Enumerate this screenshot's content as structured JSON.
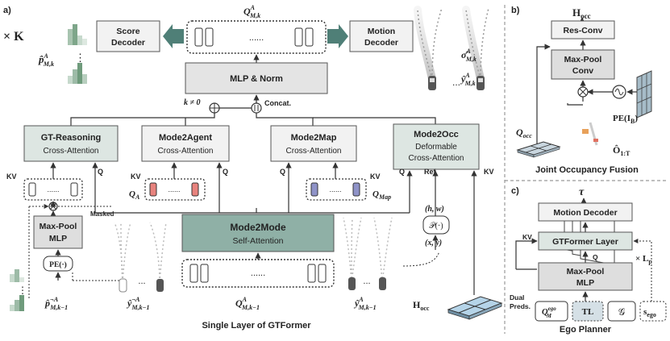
{
  "panel_a": {
    "label": "a)",
    "repeat": "× K",
    "query_top": "Q",
    "query_top_sup": "A",
    "query_top_sub": "M,k",
    "dots": "......",
    "score_decoder": [
      "Score",
      "Decoder"
    ],
    "motion_decoder": [
      "Motion",
      "Decoder"
    ],
    "p_hat": "p̂",
    "p_hat_sup": "A",
    "p_hat_sub": "M,k",
    "sigma_hat": "σ̂",
    "sigma_hat_sup": "A",
    "sigma_hat_sub": "M,k",
    "y_hat": "ŷ",
    "y_hat_sup": "A",
    "y_hat_sub": "M,k",
    "mlp_norm": "MLP & Norm",
    "k_neq": "k ≠ 0",
    "concat": "Concat.",
    "gt_reasoning": [
      "GT-Reasoning",
      "Cross-Attention"
    ],
    "mode2agent": [
      "Mode2Agent",
      "Cross-Attention"
    ],
    "mode2map": [
      "Mode2Map",
      "Cross-Attention"
    ],
    "mode2occ": [
      "Mode2Occ",
      "Deformable",
      "Cross-Attention"
    ],
    "kv": "KV",
    "q": "Q",
    "ref": "Ref",
    "q_a": "Q",
    "q_a_sub": "A",
    "q_map": "Q",
    "q_map_sub": "Map",
    "hw": "(h, w)",
    "p_func": "𝒫(·)",
    "xy": "(x, y)",
    "max_pool_mlp": [
      "Max-Pool",
      "MLP"
    ],
    "pe": "PE(·)",
    "masked": "Masked",
    "mode2mode": [
      "Mode2Mode",
      "Self-Attention"
    ],
    "q_prev": "Q",
    "q_prev_sup": "A",
    "q_prev_sub": "M,k−1",
    "y_prev": "ŷ",
    "y_prev_sup": "A",
    "y_prev_sub": "M,k−1",
    "y_masked": "ŷ",
    "y_masked_sup": "¬A",
    "y_masked_sub": "M,k−1",
    "p_masked": "p̂",
    "p_masked_sup": "¬A",
    "p_masked_sub": "M,k−1",
    "h_occ": "H",
    "h_occ_sub": "occ",
    "caption": "Single Layer of GTFormer",
    "ellipsis": "...",
    "vdots": "⋮"
  },
  "panel_b": {
    "label": "b)",
    "h_occ": "H",
    "h_occ_sub": "occ",
    "res_conv": "Res-Conv",
    "max_pool_conv": [
      "Max-Pool",
      "Conv"
    ],
    "pe": "PE(I",
    "pe_sub": "B",
    "pe_end": ")",
    "q_occ": "Q",
    "q_occ_sub": "occ",
    "o_hat": "Ô",
    "o_hat_sub": "1:T",
    "caption": "Joint Occupancy Fusion"
  },
  "panel_c": {
    "label": "c)",
    "tau": "τ",
    "motion_decoder": "Motion Decoder",
    "gtformer_layer": "GTFormer Layer",
    "kv": "KV",
    "q": "Q",
    "times_lp": "× L",
    "lp_sub": "p",
    "max_pool_mlp": [
      "Max-Pool",
      "MLP"
    ],
    "dual_preds": [
      "Dual",
      "Preds."
    ],
    "q_m": "Q",
    "q_m_sup": "ego",
    "q_m_sub": "M",
    "tl": "TL",
    "g": "𝒢",
    "s_ego": "s",
    "s_ego_sub": "ego",
    "caption": "Ego Planner"
  }
}
